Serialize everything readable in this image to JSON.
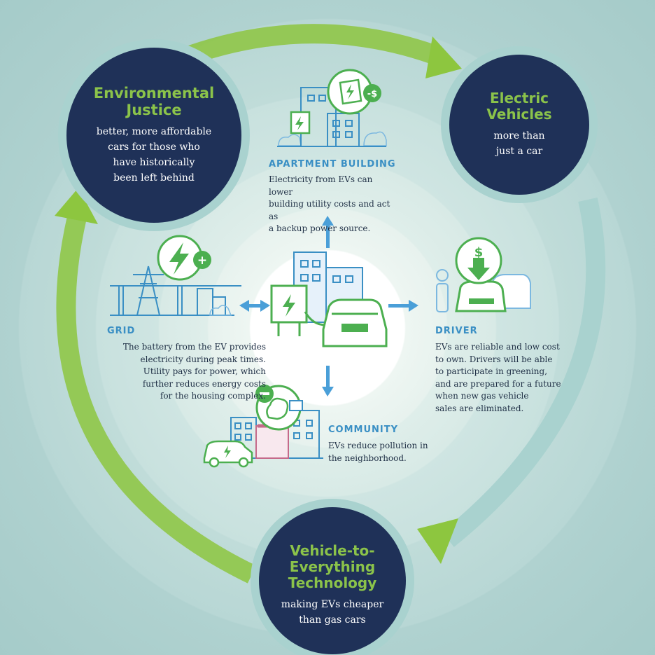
{
  "colors": {
    "navy": "#1f3158",
    "green": "#8bc34a",
    "blue": "#3a8fc4",
    "ring": "#a9d2cf",
    "text": "#1f2f45"
  },
  "circles": {
    "environmental_justice": {
      "title_line1": "Environmental",
      "title_line2": "Justice",
      "desc_lines": [
        "better, more affordable",
        "cars for those who",
        "have historically",
        "been left behind"
      ]
    },
    "electric_vehicles": {
      "title_line1": "Electric",
      "title_line2": "Vehicles",
      "desc_lines": [
        "more than",
        "just a car"
      ]
    },
    "v2x": {
      "title_line1": "Vehicle-to-",
      "title_line2": "Everything",
      "title_line3": "Technology",
      "desc_lines": [
        "making EVs cheaper",
        "than gas cars"
      ]
    }
  },
  "sections": {
    "apartment": {
      "heading": "APARTMENT BUILDING",
      "lines": [
        "Electricity from EVs can lower",
        "building utility costs and act as",
        "a backup power source."
      ]
    },
    "grid": {
      "heading": "GRID",
      "lines": [
        "The battery from the EV provides",
        "electricity during peak times.",
        "Utility pays for power, which",
        "further reduces energy costs",
        "for the housing complex."
      ]
    },
    "driver": {
      "heading": "DRIVER",
      "lines": [
        "EVs are reliable and low cost",
        "to own. Drivers will be able",
        "to participate in greening,",
        "and are prepared for a future",
        "when new gas vehicle",
        "sales are eliminated."
      ]
    },
    "community": {
      "heading": "COMMUNITY",
      "lines": [
        "EVs reduce pollution in",
        "the neighborhood."
      ]
    }
  },
  "icons": [
    "lightning-icon",
    "plus-icon",
    "dollar-icon",
    "minus-icon",
    "money-icon",
    "ev-car-icon",
    "charger-icon",
    "building-icon",
    "power-tower-icon",
    "person-icon",
    "smoke-icon"
  ]
}
